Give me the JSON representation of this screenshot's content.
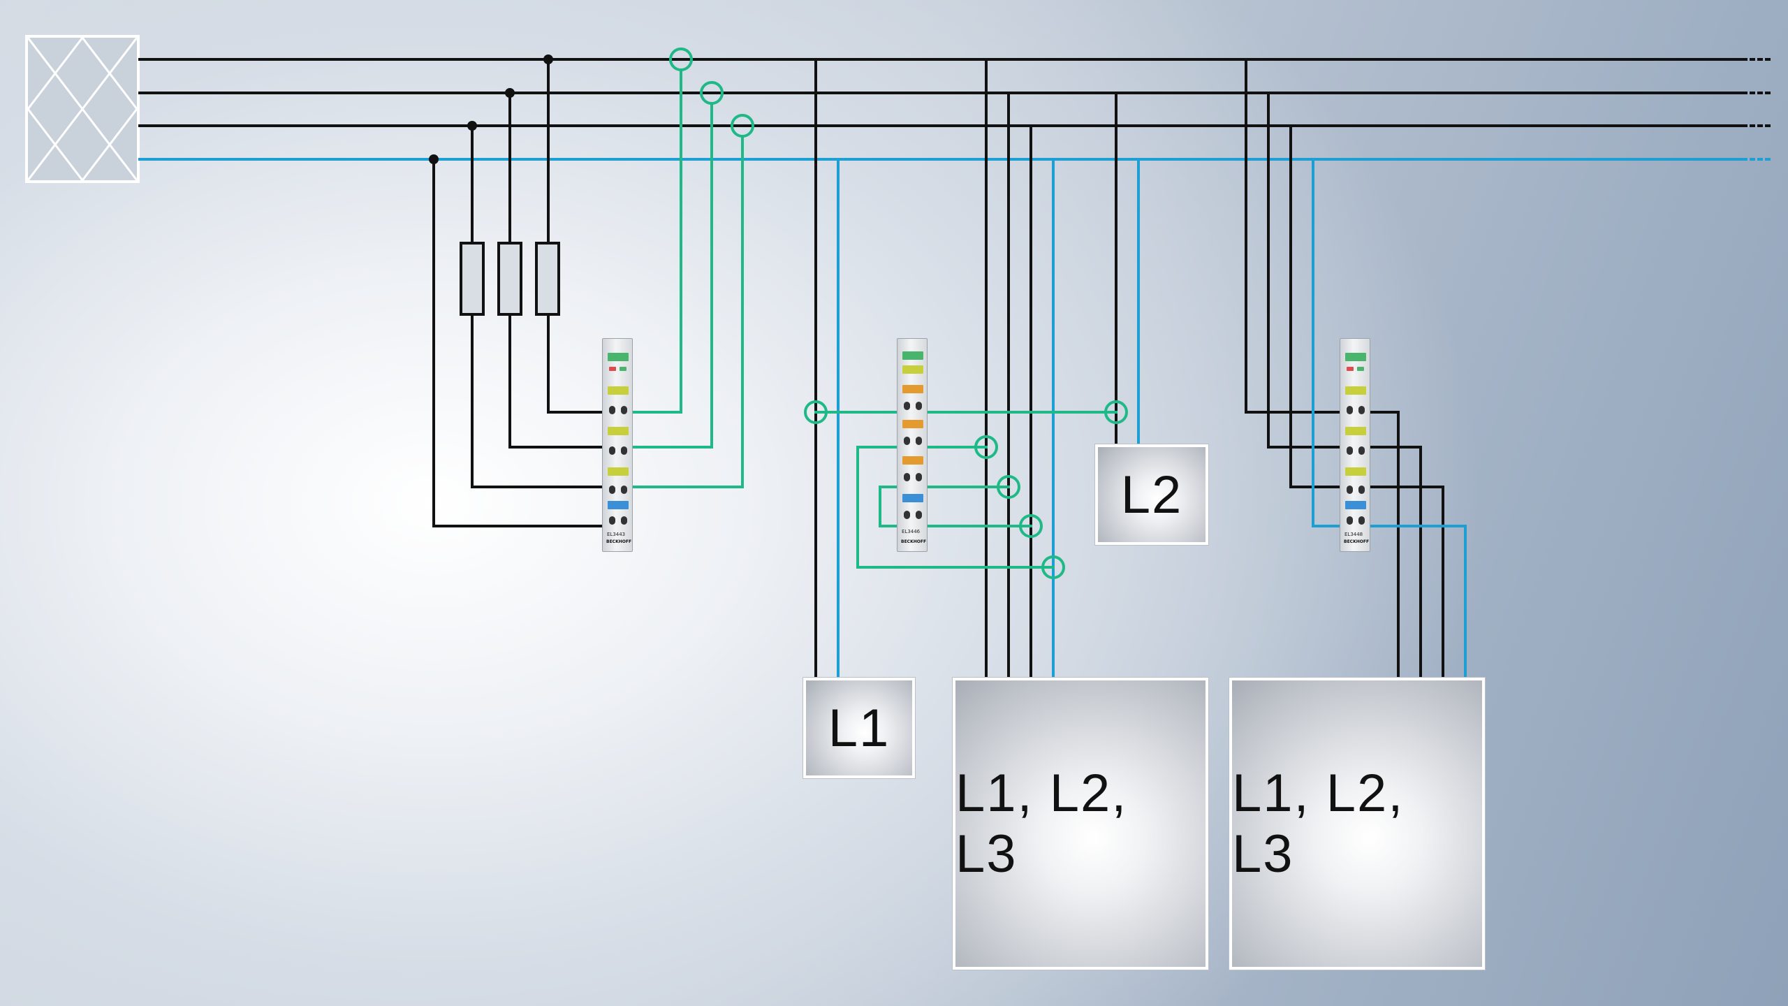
{
  "colors": {
    "phase_wire": "#111111",
    "neutral_wire": "#1e9fd4",
    "current_transformer": "#1fb887",
    "terminal_yellow": "#c8cf3d",
    "terminal_orange": "#e39b2f",
    "terminal_blue": "#3a8fd6",
    "terminal_green": "#49b46c"
  },
  "feeder": {
    "icon": "grid-supply-icon"
  },
  "terminals": [
    {
      "id": "terminal-1",
      "type_label": "EL3443",
      "brand": "BECKHOFF",
      "scheme": "yellow"
    },
    {
      "id": "terminal-2",
      "type_label": "EL3446",
      "brand": "BECKHOFF",
      "scheme": "orange"
    },
    {
      "id": "terminal-3",
      "type_label": "EL3448",
      "brand": "BECKHOFF",
      "scheme": "yellow"
    }
  ],
  "loads": [
    {
      "id": "load-l1",
      "label": "L1"
    },
    {
      "id": "load-l2",
      "label": "L2"
    },
    {
      "id": "load-three-phase-1",
      "label": "L1, L2, L3"
    },
    {
      "id": "load-three-phase-2",
      "label": "L1, L2, L3"
    }
  ]
}
